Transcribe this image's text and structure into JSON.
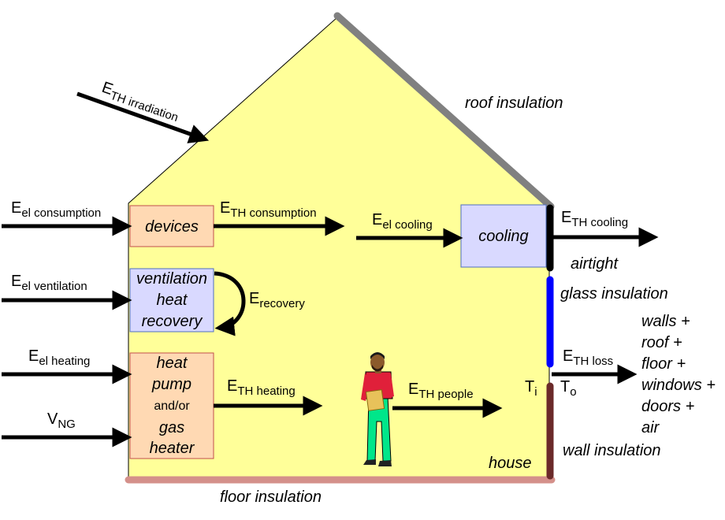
{
  "colors": {
    "house_fill": "#ffff99",
    "roof_insulation": "#808080",
    "floor_insulation": "#d4908a",
    "glass_insulation": "#0000ff",
    "wall_insulation": "#6b2a2a",
    "airtight": "#000000",
    "box_orange": "#ffd9b3",
    "box_blue": "#d9d9ff",
    "box_border": "#c0504d"
  },
  "boxes": {
    "devices": "devices",
    "ventilation": [
      "ventilation",
      "heat",
      "recovery"
    ],
    "heat_pump": [
      "heat",
      "pump",
      "and/or",
      "gas",
      "heater"
    ],
    "cooling": "cooling"
  },
  "flows": {
    "e_el_consumption": {
      "main": "E",
      "sub": "el consumption"
    },
    "e_el_ventilation": {
      "main": "E",
      "sub": "el ventilation"
    },
    "e_el_heating": {
      "main": "E",
      "sub": "el heating"
    },
    "v_ng": {
      "main": "V",
      "sub": "NG"
    },
    "e_th_irradiation": {
      "main": "E",
      "sub": "TH irradiation"
    },
    "e_th_consumption": {
      "main": "E",
      "sub": "TH consumption"
    },
    "e_recovery": {
      "main": "E",
      "sub": "recovery"
    },
    "e_th_heating": {
      "main": "E",
      "sub": "TH heating"
    },
    "e_el_cooling": {
      "main": "E",
      "sub": "el cooling"
    },
    "e_th_people": {
      "main": "E",
      "sub": "TH people"
    },
    "e_th_cooling": {
      "main": "E",
      "sub": "TH cooling"
    },
    "e_th_loss": {
      "main": "E",
      "sub": "TH loss"
    }
  },
  "temperatures": {
    "inside": {
      "main": "T",
      "sub": "i"
    },
    "outside": {
      "main": "T",
      "sub": "o"
    }
  },
  "labels": {
    "roof_insulation": "roof insulation",
    "airtight": "airtight",
    "glass_insulation": "glass insulation",
    "wall_insulation": "wall insulation",
    "floor_insulation": "floor insulation",
    "house": "house",
    "loss_list": [
      "walls +",
      "roof +",
      "floor +",
      "windows +",
      "doors +",
      "air"
    ]
  }
}
